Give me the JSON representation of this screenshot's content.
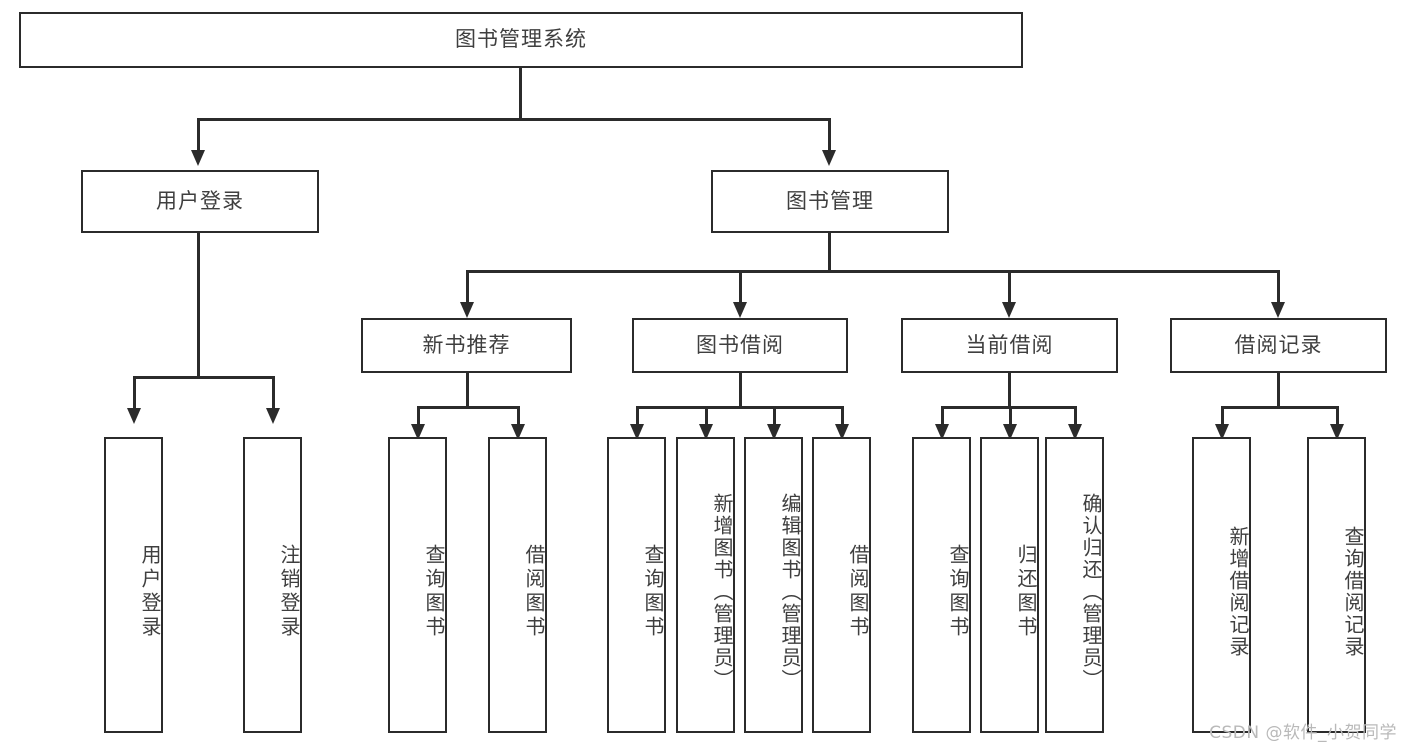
{
  "diagram": {
    "title": "图书管理系统",
    "type": "tree-hierarchy-chart",
    "watermark": "CSDN @软件_小贺同学",
    "accent_color": "#2b2b2b",
    "text_color": "#3f3f3f",
    "background_color": "#ffffff",
    "watermark_color": "#b9b9b9"
  },
  "nodes": {
    "root": {
      "label": "图书管理系统"
    },
    "level1": [
      {
        "label": "用户登录"
      },
      {
        "label": "图书管理"
      }
    ],
    "level2": [
      {
        "label": "新书推荐"
      },
      {
        "label": "图书借阅"
      },
      {
        "label": "当前借阅"
      },
      {
        "label": "借阅记录"
      }
    ],
    "leaves_user_login": [
      {
        "label": "用户登录"
      },
      {
        "label": "注销登录"
      }
    ],
    "leaves_new_books": [
      {
        "label": "查询图书"
      },
      {
        "label": "借阅图书"
      }
    ],
    "leaves_borrow": [
      {
        "label": "查询图书"
      },
      {
        "label": "新增图书（管理员）"
      },
      {
        "label": "编辑图书（管理员）"
      },
      {
        "label": "借阅图书"
      }
    ],
    "leaves_current": [
      {
        "label": "查询图书"
      },
      {
        "label": "归还图书"
      },
      {
        "label": "确认归还（管理员）"
      }
    ],
    "leaves_records": [
      {
        "label": "新增借阅记录"
      },
      {
        "label": "查询借阅记录"
      }
    ]
  }
}
